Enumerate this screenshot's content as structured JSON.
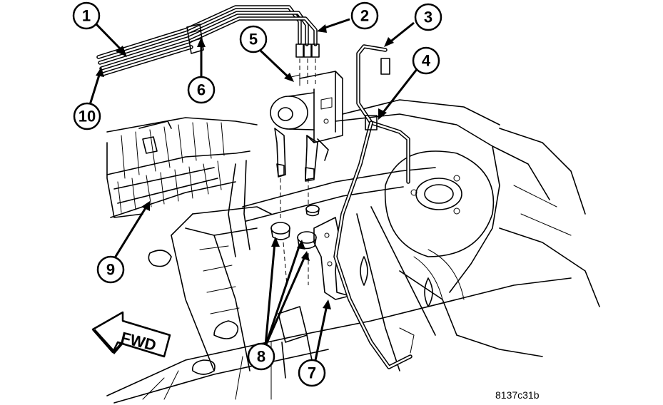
{
  "callouts": [
    {
      "id": "1",
      "label": "1"
    },
    {
      "id": "2",
      "label": "2"
    },
    {
      "id": "3",
      "label": "3"
    },
    {
      "id": "4",
      "label": "4"
    },
    {
      "id": "5",
      "label": "5"
    },
    {
      "id": "6",
      "label": "6"
    },
    {
      "id": "7",
      "label": "7"
    },
    {
      "id": "8",
      "label": "8"
    },
    {
      "id": "9",
      "label": "9"
    },
    {
      "id": "10",
      "label": "10"
    }
  ],
  "fwd_label": "FWD",
  "figure_id": "8137c31b"
}
